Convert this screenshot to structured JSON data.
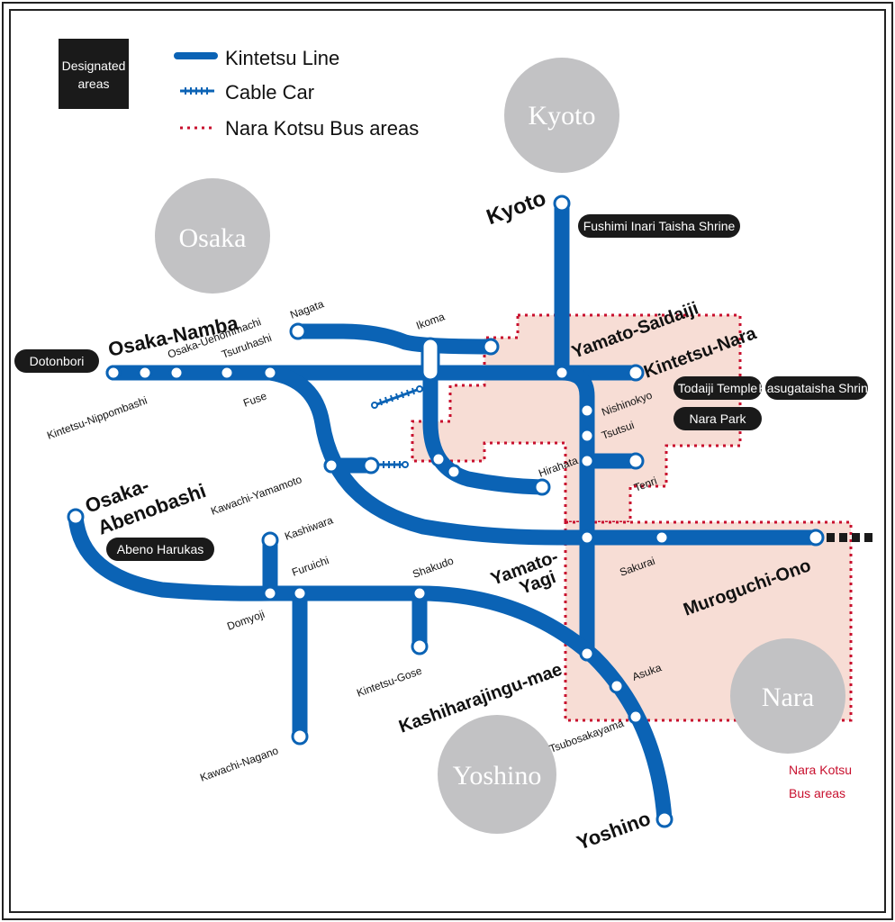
{
  "legend": {
    "designated_label_line1": "Designated",
    "designated_label_line2": "areas",
    "kintetsu_line": "Kintetsu Line",
    "cable_car": "Cable Car",
    "bus_areas": "Nara Kotsu Bus areas"
  },
  "areas": {
    "kyoto": "Kyoto",
    "osaka": "Osaka",
    "nara": "Nara",
    "yoshino": "Yoshino"
  },
  "bus_note": {
    "line1": "Nara Kotsu",
    "line2": "Bus areas"
  },
  "stations": {
    "kyoto": "Kyoto",
    "osaka_namba": "Osaka-Namba",
    "osaka_uehommachi": "Osaka-Uehommachi",
    "tsuruhashi": "Tsuruhashi",
    "kintetsu_nippombashi": "Kintetsu-Nippombashi",
    "fuse": "Fuse",
    "nagata": "Nagata",
    "ikoma": "Ikoma",
    "yamato_saidaiji": "Yamato-Saidaiji",
    "kintetsu_nara": "Kintetsu-Nara",
    "nishinokyo": "Nishinokyo",
    "tsutsui": "Tsutsui",
    "hirahata": "Hirahata",
    "tenri": "Tenri",
    "kawachi_yamamoto": "Kawachi-Yamamoto",
    "osaka_abenobashi_1": "Osaka-",
    "osaka_abenobashi_2": "Abenobashi",
    "kashiwara": "Kashiwara",
    "furuichi": "Furuichi",
    "domyoji": "Domyoji",
    "shakudo": "Shakudo",
    "yamato_yagi_1": "Yamato-",
    "yamato_yagi_2": "Yagi",
    "sakurai": "Sakurai",
    "muroguchi_ono": "Muroguchi-Ono",
    "kintetsu_gose": "Kintetsu-Gose",
    "kashiharajingu_mae": "Kashiharajingu-mae",
    "asuka": "Asuka",
    "tsubosakayama": "Tsubosakayama",
    "kawachi_nagano": "Kawachi-Nagano",
    "yoshino": "Yoshino"
  },
  "attractions": {
    "dotonbori": "Dotonbori",
    "fushimi_inari": "Fushimi Inari Taisha Shrine",
    "todaiji": "Todaiji Temple",
    "kasugataisha": "Kasugataisha Shrine",
    "nara_park": "Nara Park",
    "abeno_harukas": "Abeno Harukas"
  },
  "colors": {
    "line_blue": "#0b63b5",
    "bus_red": "#c8102e",
    "area_fill": "#f7ddd5",
    "circle_gray": "#c2c2c4",
    "pill_black": "#1a1a1a"
  }
}
